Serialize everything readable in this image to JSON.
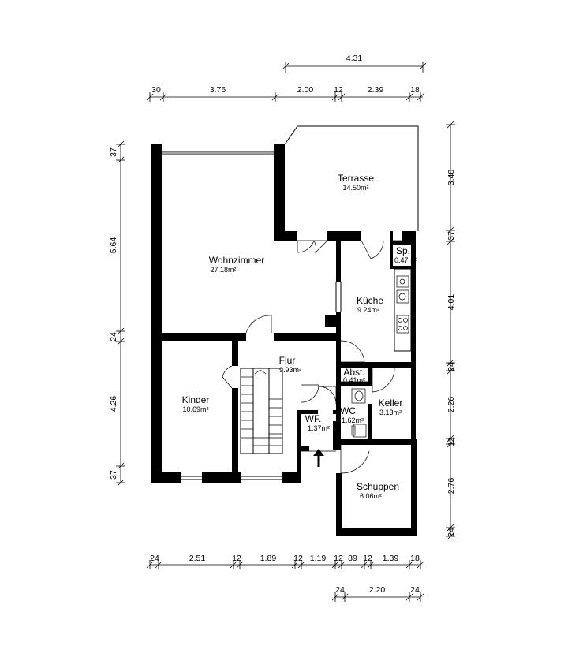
{
  "floorplan": {
    "rooms": [
      {
        "id": "terrasse",
        "name": "Terrasse",
        "area": "14.50m²"
      },
      {
        "id": "wohnzimmer",
        "name": "Wohnzimmer",
        "area": "27.18m²"
      },
      {
        "id": "sp",
        "name": "Sp.",
        "area": "0.47m²"
      },
      {
        "id": "kueche",
        "name": "Küche",
        "area": "9.24m²"
      },
      {
        "id": "flur",
        "name": "Flur",
        "area": "9.93m²"
      },
      {
        "id": "abst",
        "name": "Abst.",
        "area": "0.41m²"
      },
      {
        "id": "kinder",
        "name": "Kinder",
        "area": "10.69m²"
      },
      {
        "id": "wc",
        "name": "WC",
        "area": "1.62m²"
      },
      {
        "id": "keller",
        "name": "Keller",
        "area": "3.13m²"
      },
      {
        "id": "wf",
        "name": "WF.",
        "area": "1.37m²"
      },
      {
        "id": "schuppen",
        "name": "Schuppen",
        "area": "6.06m²"
      }
    ],
    "dimensions": {
      "top_overall": "4.31",
      "top": [
        "30",
        "3.76",
        "2.00",
        "12",
        "2.39",
        "18"
      ],
      "left": [
        "37",
        "5.64",
        "24",
        "4.26",
        "37"
      ],
      "right": [
        "3.40",
        "37",
        "4.01",
        "24",
        "2.26",
        "12",
        "2.76",
        "24"
      ],
      "bottom": [
        "24",
        "2.51",
        "12",
        "1.89",
        "12",
        "1.19",
        "12",
        "89",
        "12",
        "1.39",
        "18"
      ],
      "bottom_lower": [
        "24",
        "2.20",
        "24"
      ]
    }
  }
}
